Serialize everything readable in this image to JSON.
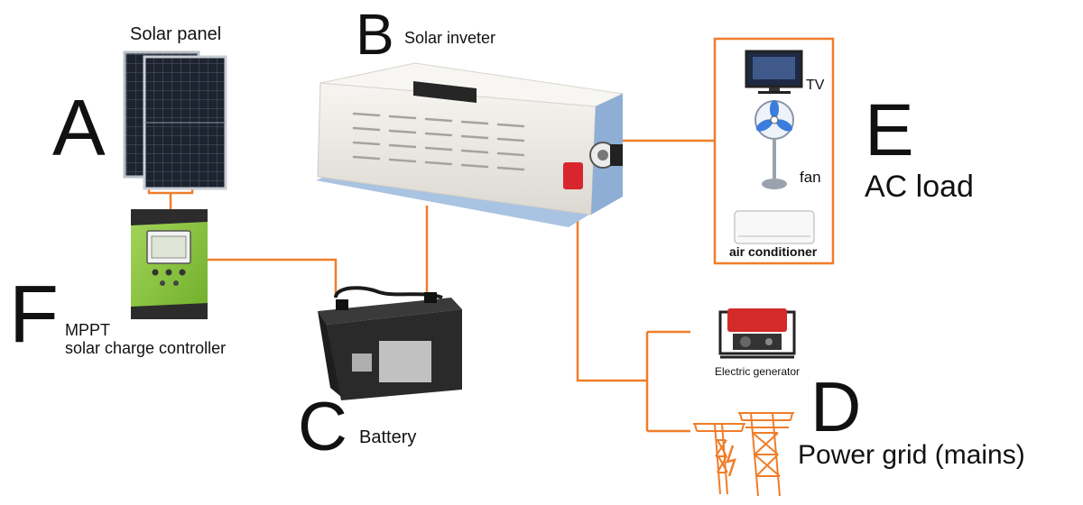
{
  "colors": {
    "connector": "#f07d2a",
    "inverter_body": "#eceae4",
    "inverter_base": "#a9c3e2",
    "controller_green": "#8cc63f",
    "battery_body": "#2a2a2a",
    "generator_red": "#d42a2a"
  },
  "components": {
    "a": {
      "letter": "A",
      "label": "Solar panel"
    },
    "b": {
      "letter": "B",
      "label": "Solar inveter"
    },
    "c": {
      "letter": "C",
      "label": "Battery"
    },
    "d": {
      "letter": "D",
      "label": "Power grid (mains)",
      "generator_label": "Electric generator"
    },
    "e": {
      "letter": "E",
      "label": "AC load",
      "items": [
        "TV",
        "fan",
        "air conditioner"
      ]
    },
    "f": {
      "letter": "F",
      "label_line1": "MPPT",
      "label_line2": "solar charge controller"
    }
  },
  "icons": [
    "solar-panel-icon",
    "inverter-icon",
    "battery-icon",
    "charge-controller-icon",
    "tv-icon",
    "fan-icon",
    "air-conditioner-icon",
    "generator-icon",
    "power-tower-icon"
  ]
}
